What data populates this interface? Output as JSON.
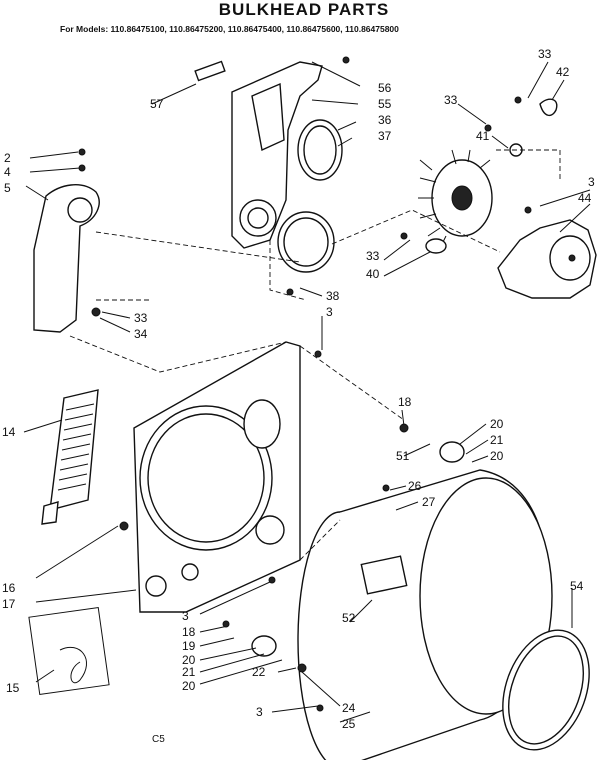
{
  "title": "BULKHEAD PARTS",
  "models_line": "For Models: 110.86475100, 110.86475200, 110.86475400, 110.86475600, 110.86475800",
  "footer_code": "C5",
  "callouts": {
    "c2": "2",
    "c4": "4",
    "c5": "5",
    "c14": "14",
    "c16": "16",
    "c17": "17",
    "c15": "15",
    "c57": "57",
    "c56": "56",
    "c55": "55",
    "c36": "36",
    "c37": "37",
    "c33a": "33",
    "c42": "42",
    "c33b": "33",
    "c41": "41",
    "c3a": "3",
    "c44": "44",
    "c33c": "33",
    "c40": "40",
    "c38": "38",
    "c3b": "3",
    "c33d": "33",
    "c34": "34",
    "c18a": "18",
    "c51": "51",
    "c20a": "20",
    "c21a": "21",
    "c20b": "20",
    "c26": "26",
    "c27": "27",
    "c52": "52",
    "c54": "54",
    "c3c": "3",
    "c18b": "18",
    "c19": "19",
    "c20c": "20",
    "c21b": "21",
    "c20d": "20",
    "c22": "22",
    "c3d": "3",
    "c24": "24",
    "c25": "25"
  }
}
